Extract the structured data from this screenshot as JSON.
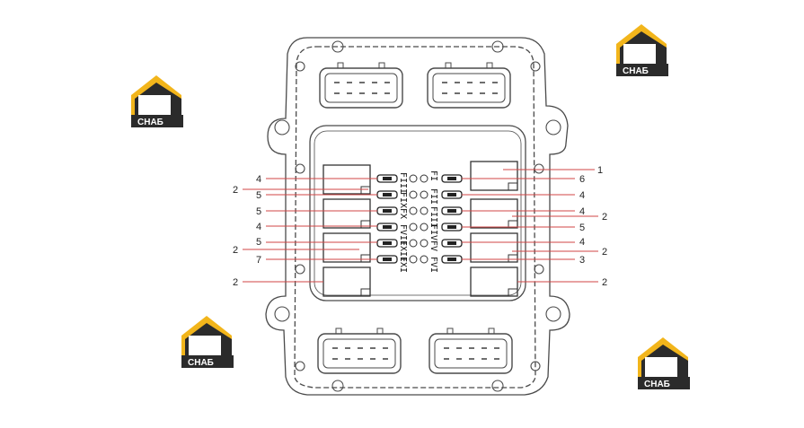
{
  "diagram": {
    "fuse_labels_left": [
      "FIII",
      "FIX",
      "FX",
      "FVII",
      "FXII",
      "FXI"
    ],
    "fuse_labels_right": [
      "FI",
      "FII",
      "FIII",
      "FIV",
      "FV",
      "FVI"
    ],
    "callouts_left": [
      "4",
      "2",
      "5",
      "5",
      "4",
      "2",
      "5",
      "7",
      "2"
    ],
    "callouts_right": [
      "1",
      "6",
      "4",
      "4",
      "2",
      "5",
      "4",
      "2",
      "3",
      "2"
    ]
  },
  "watermark": {
    "brand_mark": "H3",
    "brand_name": "СНАБ",
    "colors": {
      "roof": "#f2b51b",
      "house": "#2b2b2b",
      "text": "#ffffff"
    }
  },
  "colors": {
    "line": "#4a4a4a",
    "leader": "#d04545"
  }
}
